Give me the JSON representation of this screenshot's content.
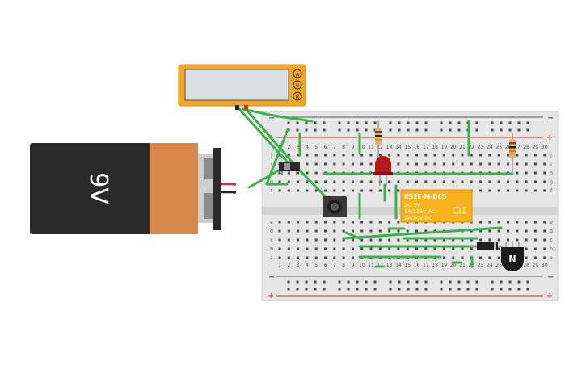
{
  "battery": {
    "label": "9V"
  },
  "relay": {
    "model": "KS2E-M-DC5",
    "coil": "DC 5V",
    "rating1": "1A/125V AC",
    "rating2": "2A/30V DC"
  },
  "multimeter": {
    "buttons": [
      "A",
      "V",
      "R"
    ]
  },
  "transistor": {
    "label": "N"
  },
  "breadboard": {
    "columns": [
      "1",
      "2",
      "3",
      "4",
      "5",
      "6",
      "7",
      "8",
      "9",
      "10",
      "11",
      "12",
      "13",
      "14",
      "15",
      "16",
      "17",
      "18",
      "19",
      "20",
      "21",
      "22",
      "23",
      "24",
      "25",
      "26",
      "27",
      "28",
      "29",
      "30"
    ],
    "rows_top": [
      "j",
      "i",
      "h",
      "g",
      "f"
    ],
    "rows_bottom": [
      "e",
      "d",
      "c",
      "b",
      "a"
    ],
    "rail_minus": "−",
    "rail_plus": "+"
  },
  "colors": {
    "wire": "#3cb34a",
    "multimeter": "#f5a623",
    "relay": "#f5b21d",
    "battery_body": "#2a2a2a",
    "battery_cap": "#d8894a",
    "led": "#b3191b",
    "rail_red": "#d0332c"
  }
}
